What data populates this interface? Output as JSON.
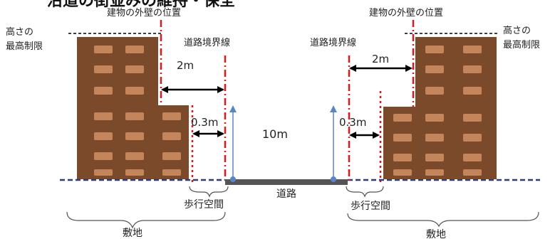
{
  "title": "沿道の街並みの維持・保全",
  "left": {
    "height_limit": [
      "高さの",
      "最高制限"
    ],
    "wall_position": "建物の外壁の位置",
    "boundary_line": "道路境界線",
    "setback_upper": "2m",
    "setback_lower": "0.3m",
    "walkway": "歩行空間",
    "site": "敷地"
  },
  "right": {
    "height_limit": [
      "高さの",
      "最高制限"
    ],
    "wall_position": "建物の外壁の位置",
    "boundary_line": "道路境界線",
    "setback_upper": "2m",
    "setback_lower": "0.3m",
    "walkway": "歩行空間",
    "site": "敷地"
  },
  "road_width": "10m",
  "road_label": "道路",
  "colors": {
    "building": "#7a4a2a",
    "window": "#c4855a",
    "boundary": "#d91a1a",
    "width_arrow": "#5a86c8",
    "ground": "#2c3e78",
    "road": "#555555"
  }
}
